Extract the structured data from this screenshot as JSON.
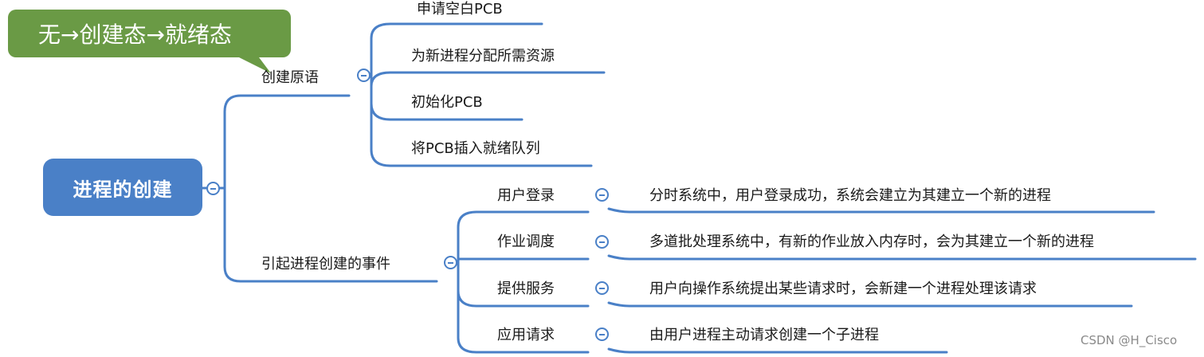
{
  "callout": {
    "text": "无→创建态→就绪态",
    "color": "#6a9a45"
  },
  "root": {
    "label": "进程的创建",
    "color": "#4a80c7"
  },
  "branches": [
    {
      "label": "创建原语",
      "children": [
        {
          "label": "申请空白PCB"
        },
        {
          "label": "为新进程分配所需资源"
        },
        {
          "label": "初始化PCB"
        },
        {
          "label": "将PCB插入就绪队列"
        }
      ]
    },
    {
      "label": "引起进程创建的事件",
      "children": [
        {
          "label": "用户登录",
          "detail": "分时系统中，用户登录成功，系统会建立为其建立一个新的进程"
        },
        {
          "label": "作业调度",
          "detail": "多道批处理系统中，有新的作业放入内存时，会为其建立一个新的进程"
        },
        {
          "label": "提供服务",
          "detail": "用户向操作系统提出某些请求时，会新建一个进程处理该请求"
        },
        {
          "label": "应用请求",
          "detail": "由用户进程主动请求创建一个子进程"
        }
      ]
    }
  ],
  "icons": {
    "collapse": "collapse-minus-icon"
  },
  "line_color": "#4a80c7",
  "watermark": "CSDN @H_Cisco"
}
